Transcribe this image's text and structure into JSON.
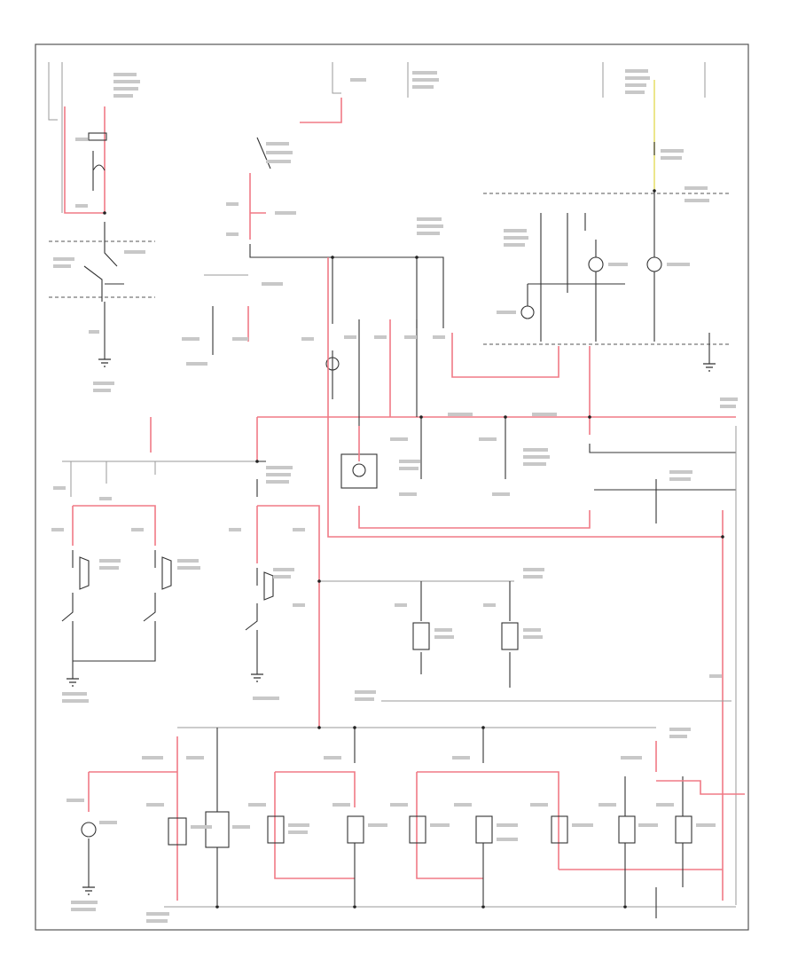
{
  "diagram": {
    "colors": {
      "power_wire": "#f07a85",
      "ground_wire": "#333333",
      "frame": "#555555",
      "yellow_wire": "#e8e070"
    },
    "components": [
      {
        "id": "fuse-box-left",
        "kind": "fuse-box"
      },
      {
        "id": "combination-switch",
        "kind": "switch"
      },
      {
        "id": "dimmer-rheostat",
        "kind": "switch"
      },
      {
        "id": "fuse-relay-box",
        "kind": "fuse-box"
      },
      {
        "id": "dash-lights-relay",
        "kind": "relay"
      },
      {
        "id": "under-hood-fuse-box",
        "kind": "fuse-box"
      },
      {
        "id": "license-plate-lights",
        "kind": "bulb-pair"
      },
      {
        "id": "tail-lights",
        "kind": "bulb-pair"
      },
      {
        "id": "side-marker-lights",
        "kind": "bulb-pair"
      },
      {
        "id": "front-park-lights",
        "kind": "bulb-pair"
      },
      {
        "id": "instrument-illumination",
        "kind": "bulb-row"
      }
    ]
  }
}
